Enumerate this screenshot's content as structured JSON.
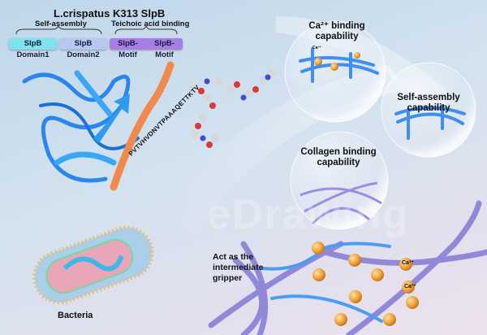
{
  "title": "L.crispatus K313  SlpB",
  "groups": {
    "self_assembly": "Self-assembly",
    "teichoic": "Teichoic acid binding"
  },
  "domains": [
    "SlpB Domain1",
    "SlpB Domain2",
    "SlpB-Motif",
    "SlpB-Motif"
  ],
  "sequence": "PVTVHVDNVTPAAAQETTKTV",
  "bubbles": {
    "ca": {
      "line1": "Ca²⁺ binding",
      "line2": "capability",
      "ion": "Ca²⁺"
    },
    "self": {
      "line1": "Self-assembly",
      "line2": "capability"
    },
    "collagen": {
      "line1": "Collagen binding",
      "line2": "capability"
    }
  },
  "gripper": {
    "line1": "Act as the",
    "line2": "intermediate",
    "line3": "gripper"
  },
  "ca_label": "Ca²⁺",
  "bacteria_label": "Bacteria",
  "watermark": "eDrawing 可研绘图",
  "colors": {
    "domain1": "#7fe3ec",
    "domain2": "#b6c8ef",
    "motif": "#a77de6",
    "protein": "#2e8ff0",
    "motif_strand": "#f08a4c",
    "collagen": "#8a7fd6",
    "calcium": "#f0a43a"
  }
}
